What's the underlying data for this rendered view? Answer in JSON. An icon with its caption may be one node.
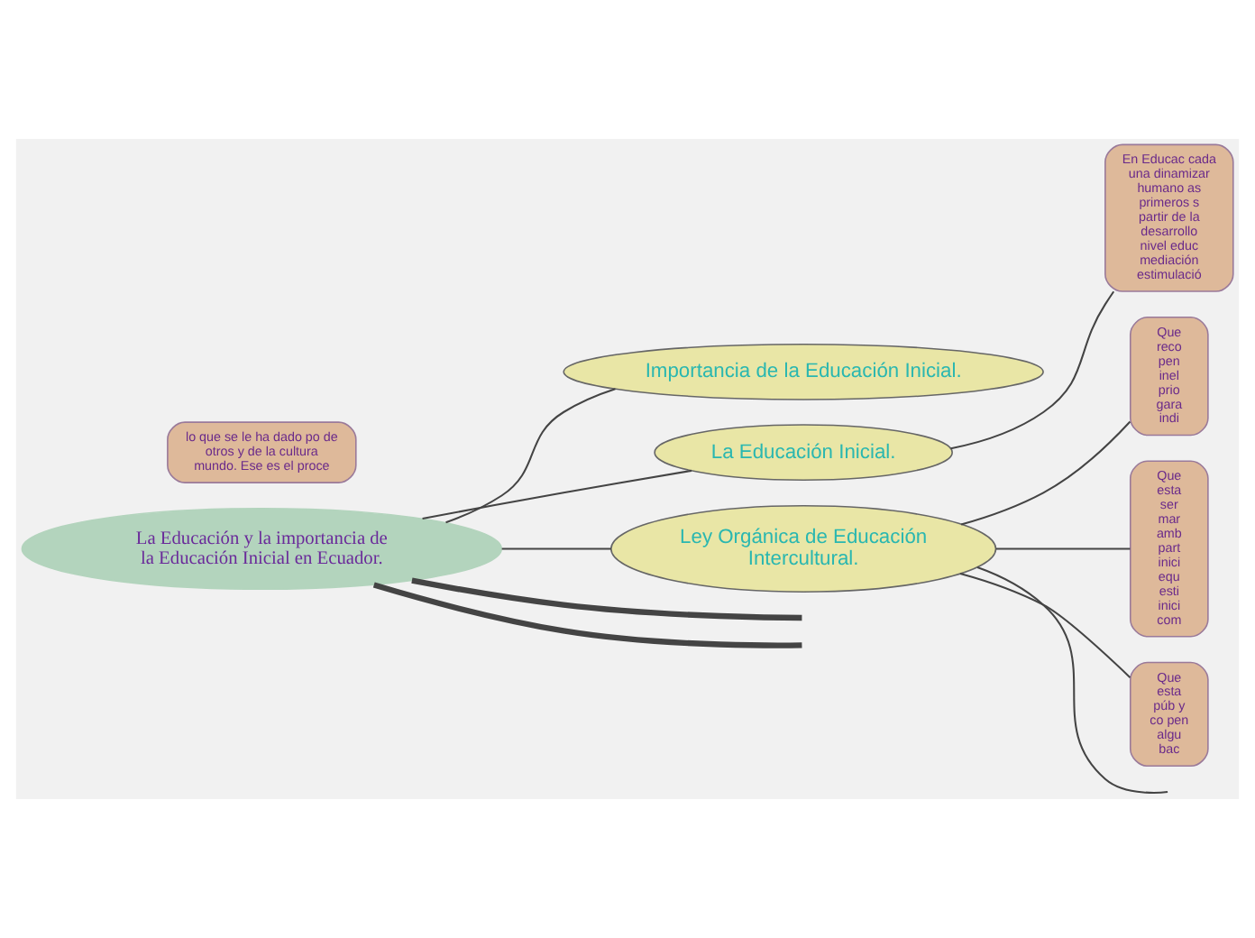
{
  "diagram": {
    "nodes": [
      {
        "text": [
          "La Educación y la importancia de la Educación Inicial en Ecuador."
        ]
      },
      {
        "text": [
          "lo que se le ha dado po de otros y de la cultura mundo. Ese es el proce"
        ]
      },
      {
        "text": [
          "Importancia de la Educación Inicial."
        ]
      },
      {
        "text": [
          "La Educación Inicial."
        ]
      },
      {
        "text": [
          "En Educac cada una dinamizar humano as primeros s partir de la desarrollo nivel educ mediación estimulació"
        ]
      },
      {
        "text": [
          "Ley Orgánica de Educación Intercultural."
        ]
      },
      {
        "text": [
          "Que reco pen inel prio gara indi"
        ]
      },
      {
        "text": [
          "Que esta ser mar amb part inici equ esti inici com"
        ]
      },
      {
        "text": [
          "Que esta púb y co pen algu bac"
        ]
      }
    ],
    "edges": [
      {
        "from": 0,
        "to": null,
        "arrow": "none",
        "style": "thick"
      },
      {
        "from": 0,
        "to": 2,
        "arrow": "none"
      },
      {
        "from": 0,
        "to": 3,
        "arrow": "none"
      },
      {
        "from": 3,
        "to": 4,
        "arrow": "none"
      },
      {
        "from": 0,
        "to": 5,
        "arrow": "none"
      },
      {
        "from": 5,
        "to": 6,
        "arrow": "none"
      },
      {
        "from": 5,
        "to": 7,
        "arrow": "none"
      },
      {
        "from": 5,
        "to": 8,
        "arrow": "none"
      },
      {
        "from": 5,
        "to": null,
        "arrow": "none"
      },
      {
        "from": 0,
        "to": null,
        "arrow": "none",
        "style": "thick"
      }
    ]
  }
}
